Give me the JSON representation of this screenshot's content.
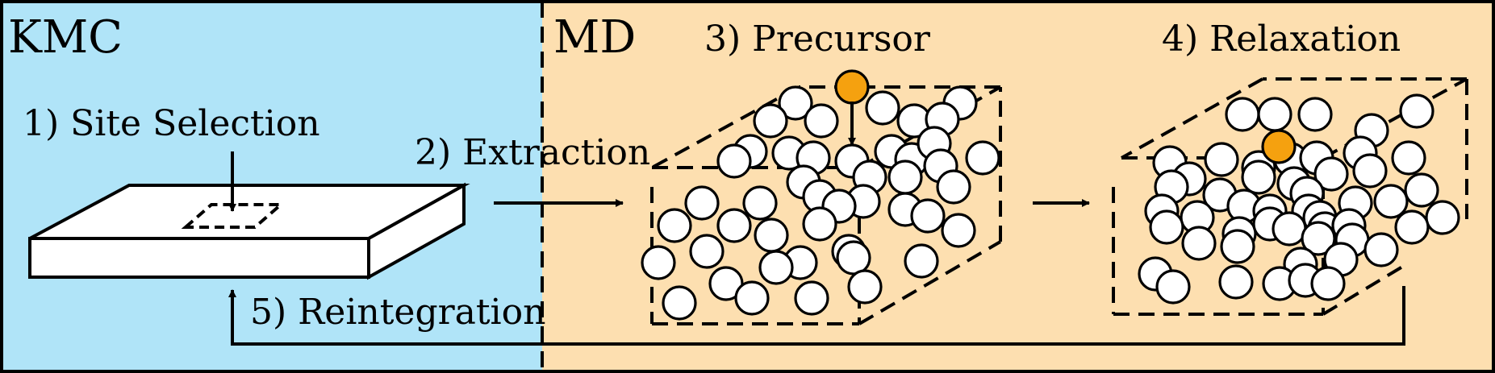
{
  "regions": {
    "kmc": {
      "label": "KMC",
      "color": "#b0e4f8"
    },
    "md": {
      "label": "MD",
      "color": "#fddfb0"
    }
  },
  "steps": {
    "site_selection": "1) Site Selection",
    "extraction": "2) Extraction",
    "precursor": "3) Precursor",
    "relaxation": "4) Relaxation",
    "reintegration": "5) Reintegration"
  },
  "colors": {
    "precursor_atom": "#f5a10f",
    "atom": "#ffffff",
    "line": "#000000"
  }
}
